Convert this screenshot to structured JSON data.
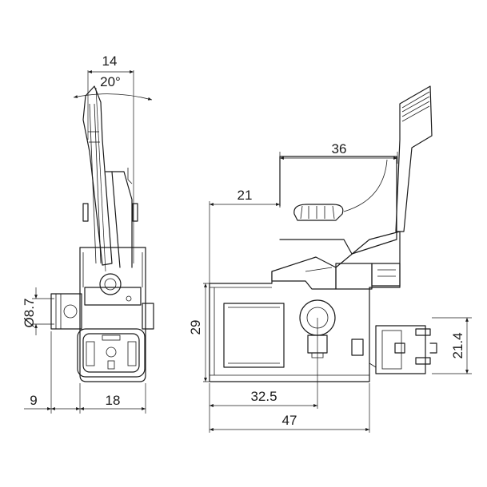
{
  "dimensions": {
    "lever_width": "14",
    "lever_angle": "20°",
    "diameter": "Ø8.7",
    "left_offset": "9",
    "body_width": "18",
    "housing_width": "36",
    "front_offset": "21",
    "height": "29",
    "terminal_height": "21.4",
    "pivot_distance": "32.5",
    "overall_length": "47"
  }
}
